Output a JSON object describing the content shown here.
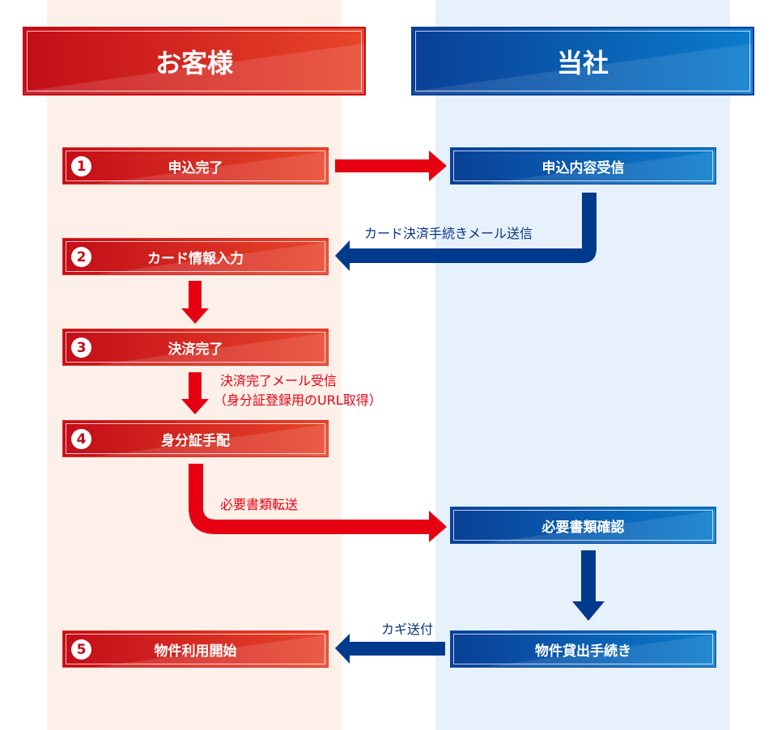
{
  "lanes": {
    "customer": "お客様",
    "company": "当社"
  },
  "customer_steps": [
    {
      "num": "1",
      "label": "申込完了"
    },
    {
      "num": "2",
      "label": "カード情報入力"
    },
    {
      "num": "3",
      "label": "決済完了"
    },
    {
      "num": "4",
      "label": "身分証手配"
    },
    {
      "num": "5",
      "label": "物件利用開始"
    }
  ],
  "company_steps": [
    {
      "label": "申込内容受信"
    },
    {
      "label": "必要書類確認"
    },
    {
      "label": "物件貸出手続き"
    }
  ],
  "arrow_labels": {
    "card_mail": "カード決済手続きメール送信",
    "complete_mail_1": "決済完了メール受信",
    "complete_mail_2": "（身分証登録用のURL取得）",
    "docs_transfer": "必要書類転送",
    "key_send": "カギ送付"
  },
  "colors": {
    "red": "#e60012",
    "blue": "#003a8c",
    "customer_bg": "#fdf0e8",
    "company_bg": "#e6f1fb"
  }
}
